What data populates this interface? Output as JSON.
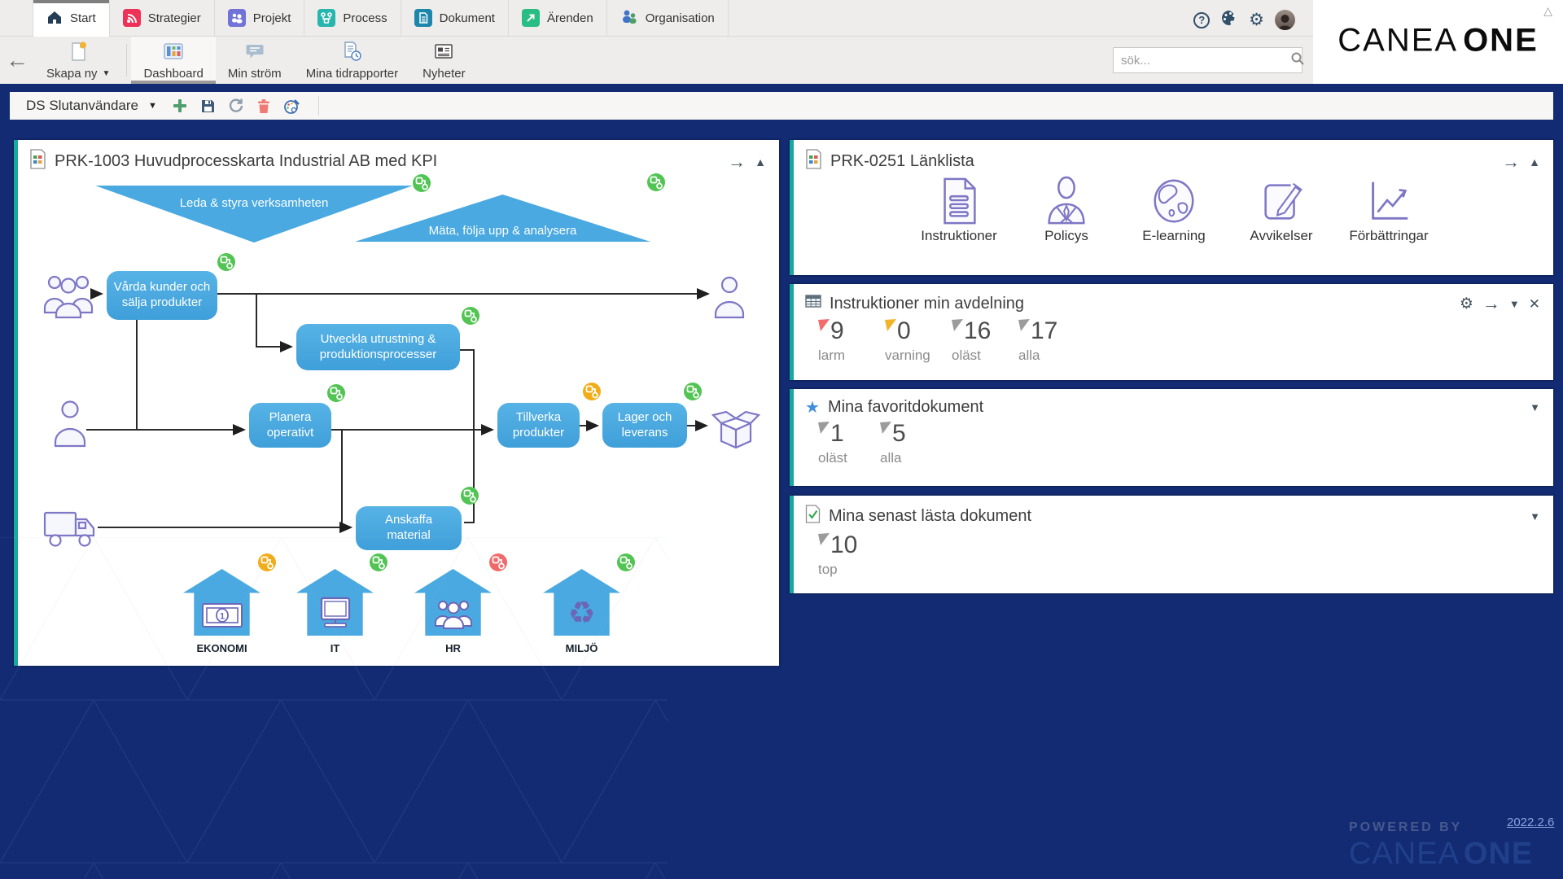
{
  "top_nav": {
    "tabs": [
      {
        "label": "Start"
      },
      {
        "label": "Strategier"
      },
      {
        "label": "Projekt"
      },
      {
        "label": "Process"
      },
      {
        "label": "Dokument"
      },
      {
        "label": "Ärenden"
      },
      {
        "label": "Organisation"
      }
    ]
  },
  "toolbar": {
    "skapa_ny": "Skapa ny",
    "dashboard": "Dashboard",
    "min_strom": "Min ström",
    "tidrapporter": "Mina tidrapporter",
    "nyheter": "Nyheter",
    "search_placeholder": "sök..."
  },
  "logo": {
    "brand": "CANEA",
    "suffix": "ONE"
  },
  "dash_bar": {
    "selector": "DS Slutanvändare"
  },
  "map_panel": {
    "title": "PRK-1003 Huvudprocesskarta Industrial AB med KPI",
    "triangles": {
      "lead": "Leda & styra verksamheten",
      "measure": "Mäta, följa upp & analysera"
    },
    "boxes": {
      "varda": "Vårda kunder och sälja produkter",
      "utveckla": "Utveckla utrustning & produktionsprocesser",
      "planera": "Planera operativt",
      "tillverka": "Tillverka produkter",
      "lager": "Lager och leverans",
      "anskaffa": "Anskaffa material"
    },
    "houses": [
      {
        "label": "EKONOMI"
      },
      {
        "label": "IT"
      },
      {
        "label": "HR"
      },
      {
        "label": "MILJÖ"
      }
    ]
  },
  "links_panel": {
    "title": "PRK-0251 Länklista",
    "links": [
      {
        "label": "Instruktioner"
      },
      {
        "label": "Policys"
      },
      {
        "label": "E-learning"
      },
      {
        "label": "Avvikelser"
      },
      {
        "label": "Förbättringar"
      }
    ]
  },
  "instructions_panel": {
    "title": "Instruktioner min avdelning",
    "stats": [
      {
        "value": "9",
        "label": "larm",
        "flag": "#f26d6d"
      },
      {
        "value": "0",
        "label": "varning",
        "flag": "#f0b429"
      },
      {
        "value": "16",
        "label": "oläst",
        "flag": "#9b9b9b"
      },
      {
        "value": "17",
        "label": "alla",
        "flag": "#9b9b9b"
      }
    ]
  },
  "favorites_panel": {
    "title": "Mina favoritdokument",
    "stats": [
      {
        "value": "1",
        "label": "oläst",
        "flag": "#9b9b9b"
      },
      {
        "value": "5",
        "label": "alla",
        "flag": "#9b9b9b"
      }
    ]
  },
  "recent_panel": {
    "title": "Mina senast lästa dokument",
    "stats": [
      {
        "value": "10",
        "label": "top",
        "flag": "#9b9b9b"
      }
    ]
  },
  "footer": {
    "powered_by": "POWERED BY",
    "brand": "CANEA",
    "suffix": "ONE",
    "version": "2022.2.6"
  },
  "icons": {
    "help": "?",
    "gear": "⚙",
    "collapse_up": "▲",
    "chevron_down": "▼",
    "arrow_right": "→",
    "close": "✕",
    "star": "★",
    "recycle": "♻",
    "window_collapse": "△",
    "back": "←",
    "caret_down": "▼"
  },
  "colors": {
    "navy_bg": "#122b72",
    "accent_teal": "#16a8a1",
    "process_blue": "#49a9e0",
    "badge_green": "#52c453",
    "badge_yellow": "#f2ac18",
    "badge_red": "#f16a6a"
  }
}
